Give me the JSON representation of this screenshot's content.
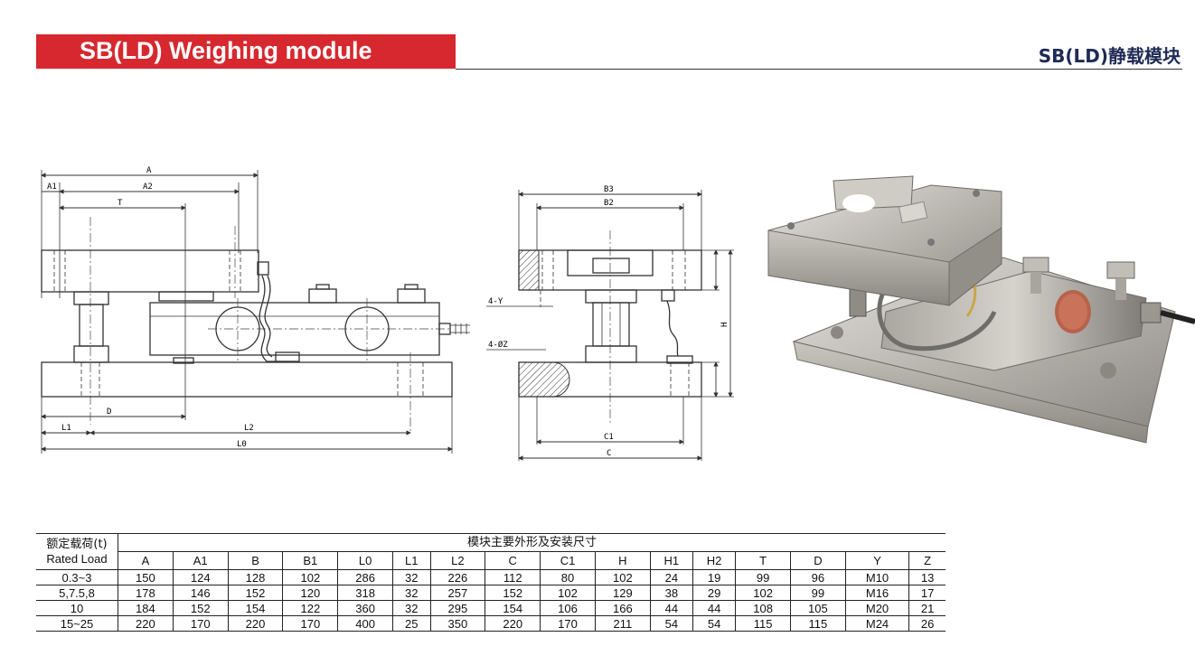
{
  "header": {
    "title": "SB(LD)  Weighing module",
    "title_cn": "SB(LD)静载模块",
    "bar_color": "#d7282f",
    "cn_color": "#1f2a55"
  },
  "drawing": {
    "side_labels": {
      "A": "A",
      "A1": "A1",
      "A2": "A2",
      "T": "T",
      "D": "D",
      "L1": "L1",
      "L2": "L2",
      "L0": "L0"
    },
    "front_labels": {
      "B3": "B3",
      "B2": "B2",
      "H": "H",
      "Y": "4-Y",
      "Z": "4-ØZ",
      "C1": "C1",
      "C": "C"
    }
  },
  "photo": {
    "icon": "weighing-module-photo"
  },
  "table": {
    "row_header_cn": "额定载荷(t)",
    "row_header_en": "Rated Load",
    "group_header": "模块主要外形及安装尺寸",
    "columns": [
      "A",
      "A1",
      "B",
      "B1",
      "L0",
      "L1",
      "L2",
      "C",
      "C1",
      "H",
      "H1",
      "H2",
      "T",
      "D",
      "Y",
      "Z"
    ],
    "rows": [
      {
        "load": "0.3~3",
        "values": [
          "150",
          "124",
          "128",
          "102",
          "286",
          "32",
          "226",
          "112",
          "80",
          "102",
          "24",
          "19",
          "99",
          "96",
          "M10",
          "13"
        ]
      },
      {
        "load": "5,7.5,8",
        "values": [
          "178",
          "146",
          "152",
          "120",
          "318",
          "32",
          "257",
          "152",
          "102",
          "129",
          "38",
          "29",
          "102",
          "99",
          "M16",
          "17"
        ]
      },
      {
        "load": "10",
        "values": [
          "184",
          "152",
          "154",
          "122",
          "360",
          "32",
          "295",
          "154",
          "106",
          "166",
          "44",
          "44",
          "108",
          "105",
          "M20",
          "21"
        ]
      },
      {
        "load": "15~25",
        "values": [
          "220",
          "170",
          "220",
          "170",
          "400",
          "25",
          "350",
          "220",
          "170",
          "211",
          "54",
          "54",
          "115",
          "115",
          "M24",
          "26"
        ]
      }
    ]
  }
}
